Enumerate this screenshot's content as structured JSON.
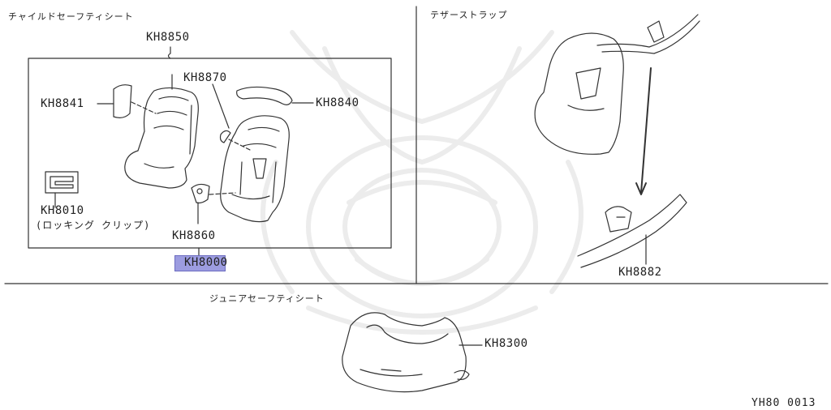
{
  "sections": {
    "child_seat": "チャイルドセーフティシート",
    "tether_strap": "テザーストラップ",
    "junior_seat": "ジュニアセーフティシート"
  },
  "parts": {
    "kh8850": "KH8850",
    "kh8870": "KH8870",
    "kh8841": "KH8841",
    "kh8840": "KH8840",
    "kh8010": "KH8010",
    "kh8010_note": "(ロッキング クリップ)",
    "kh8860": "KH8860",
    "kh8000": "KH8000",
    "kh8882": "KH8882",
    "kh8300": "KH8300"
  },
  "diagram_code": "YH80 0013",
  "highlight_color": "#9c9ce0"
}
